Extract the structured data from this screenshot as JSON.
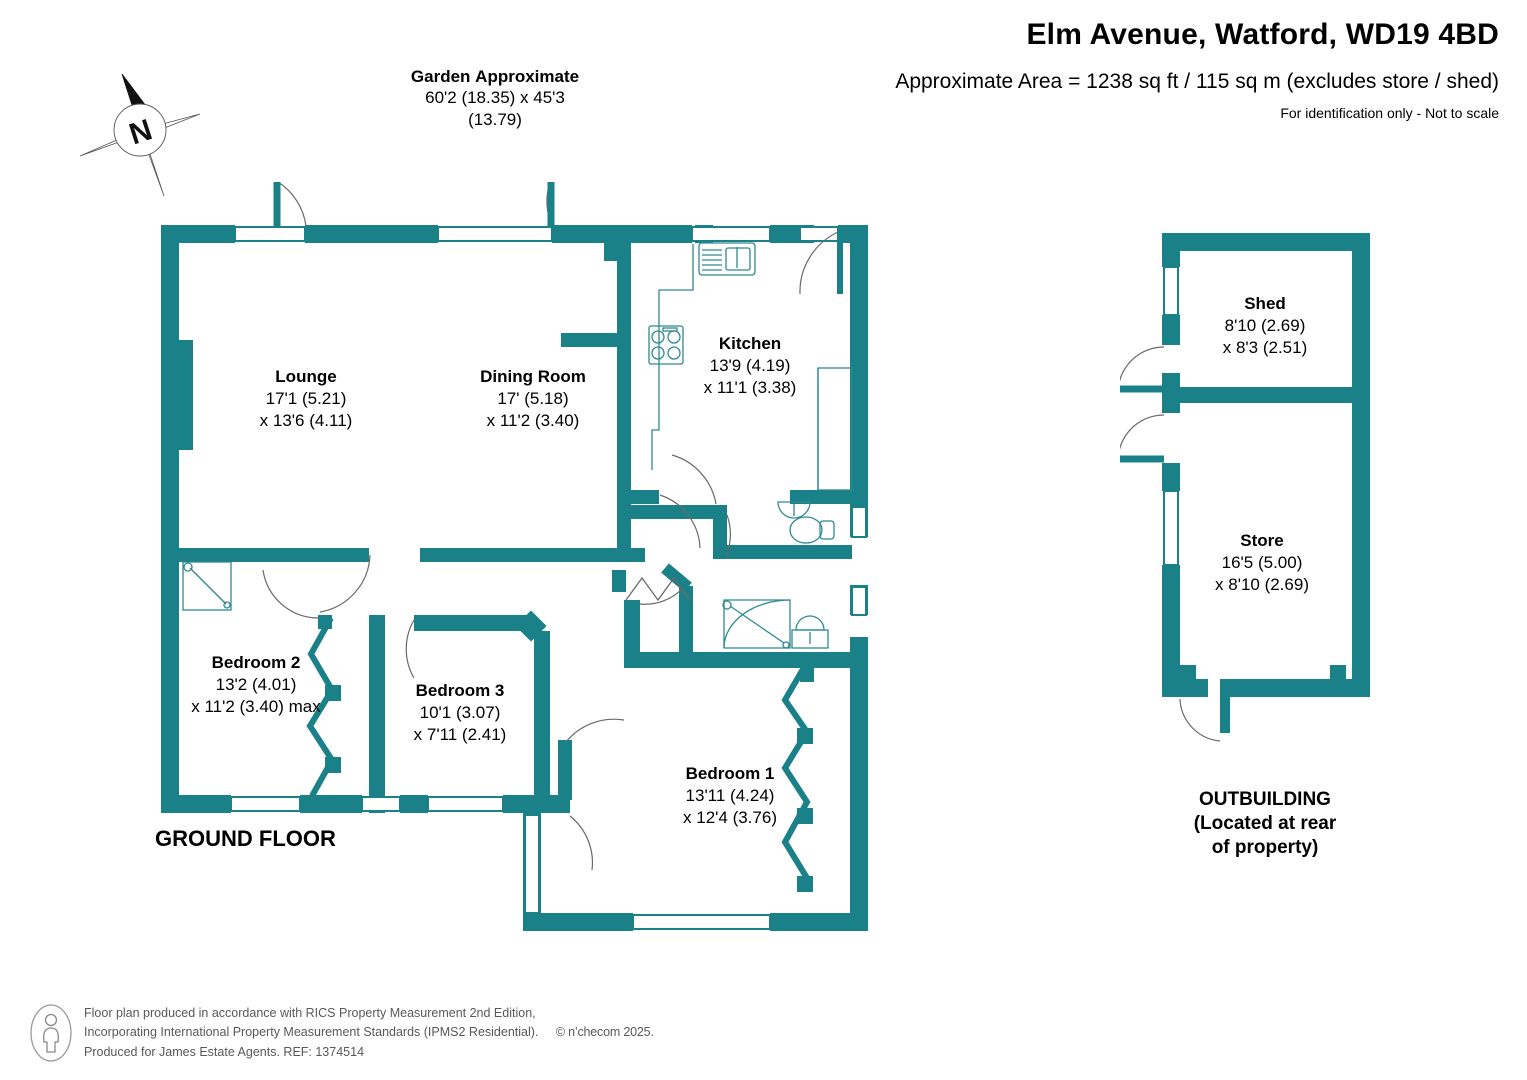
{
  "header": {
    "title": "Elm Avenue, Watford, WD19 4BD",
    "area": "Approximate Area = 1238 sq ft / 115 sq m (excludes store / shed)",
    "note": "For identification only - Not to scale"
  },
  "compass": {
    "letter": "N"
  },
  "garden": {
    "name": "Garden",
    "approx": "Approximate",
    "dim1": "60'2 (18.35)",
    "dim2": "x 45'3 (13.79)"
  },
  "ground_floor": {
    "title": "GROUND FLOOR",
    "rooms": [
      {
        "name": "Lounge",
        "dim1": "17'1 (5.21)",
        "dim2": "x 13'6 (4.11)"
      },
      {
        "name": "Dining Room",
        "dim1": "17' (5.18)",
        "dim2": "x 11'2 (3.40)"
      },
      {
        "name": "Kitchen",
        "dim1": "13'9 (4.19)",
        "dim2": "x 11'1 (3.38)"
      },
      {
        "name": "Bedroom 2",
        "dim1": "13'2 (4.01)",
        "dim2": "x 11'2 (3.40) max"
      },
      {
        "name": "Bedroom 3",
        "dim1": "10'1 (3.07)",
        "dim2": "x 7'11 (2.41)"
      },
      {
        "name": "Bedroom 1",
        "dim1": "13'11 (4.24)",
        "dim2": "x 12'4 (3.76)"
      }
    ]
  },
  "outbuilding": {
    "title_line1": "OUTBUILDING",
    "title_line2": "(Located at rear",
    "title_line3": "of property)",
    "rooms": [
      {
        "name": "Shed",
        "dim1": "8'10 (2.69)",
        "dim2": "x 8'3 (2.51)"
      },
      {
        "name": "Store",
        "dim1": "16'5 (5.00)",
        "dim2": "x 8'10 (2.69)"
      }
    ]
  },
  "footer": {
    "line1": "Floor plan produced in accordance with RICS Property Measurement 2nd Edition,",
    "line2a": "Incorporating International Property Measurement Standards (IPMS2 Residential).",
    "line2b": "© n’checom 2025.",
    "line3": "Produced for James Estate Agents.   REF: 1374514"
  },
  "colors": {
    "wall": "#1B8189",
    "text": "#000000",
    "footer_text": "#58595b",
    "fixture_stroke": "#2E8A90"
  }
}
